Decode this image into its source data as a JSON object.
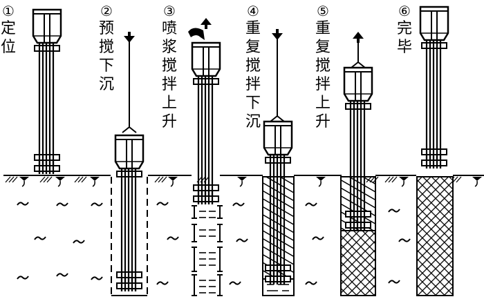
{
  "title": "Deep cement mixing pile construction process",
  "colors": {
    "ink": "#000000",
    "background": "#ffffff"
  },
  "steps": [
    {
      "number": "①",
      "text": [
        "定",
        "位"
      ],
      "arrow": "none",
      "state": "positioning"
    },
    {
      "number": "②",
      "text": [
        "预",
        "搅",
        "下",
        "沉"
      ],
      "arrow": "down",
      "state": "pre-mix sinking"
    },
    {
      "number": "③",
      "text": [
        "喷",
        "浆",
        "搅",
        "拌",
        "上",
        "升"
      ],
      "arrow": "up",
      "state": "grout injection and mixing while lifting"
    },
    {
      "number": "④",
      "text": [
        "重",
        "复",
        "搅",
        "拌",
        "下",
        "沉"
      ],
      "arrow": "down",
      "state": "repeat mixing sinking"
    },
    {
      "number": "⑤",
      "text": [
        "重",
        "复",
        "搅",
        "拌",
        "上",
        "升"
      ],
      "arrow": "up",
      "state": "repeat mixing lifting"
    },
    {
      "number": "⑥",
      "text": [
        "完",
        "毕"
      ],
      "arrow": "none",
      "state": "complete"
    }
  ],
  "legend_symbols": {
    "soil": "tilde-marks",
    "grout": "dashed-bricks",
    "mixed_soil": "diagonal-hatch",
    "finished_pile": "cross-hatch"
  }
}
